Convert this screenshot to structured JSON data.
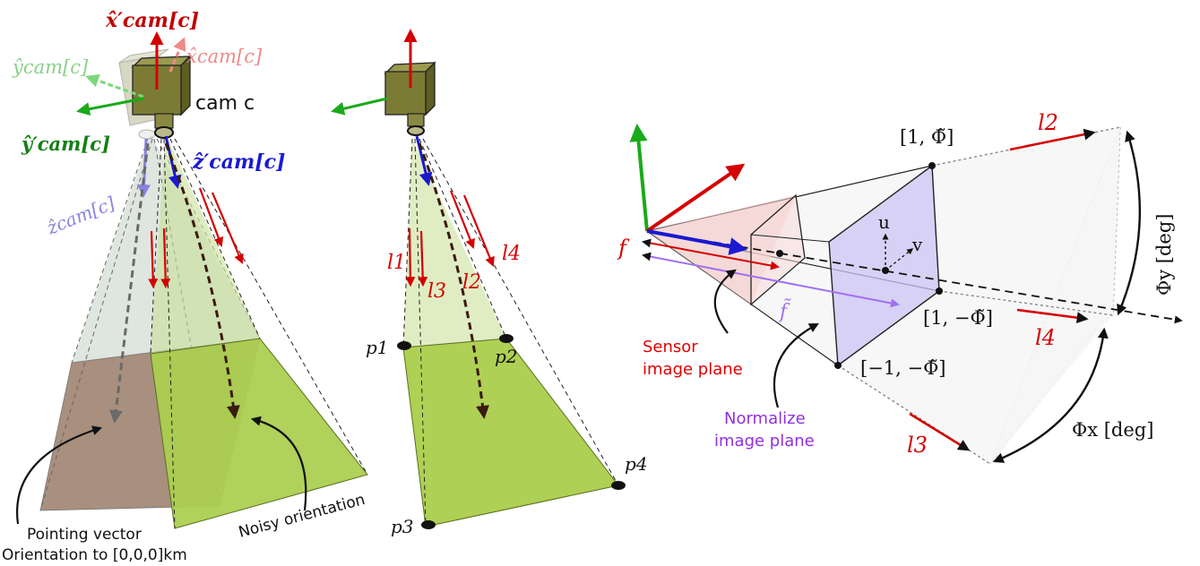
{
  "left": {
    "x_cam_prime": "x̂′cam[c]",
    "x_cam": "x̂cam[c]",
    "y_cam": "ŷcam[c]",
    "y_cam_prime": "ŷ′cam[c]",
    "cam_label": "cam c",
    "z_cam_prime": "ẑ′cam[c]",
    "z_cam": "ẑcam[c]",
    "pointing_vector": "Pointing vector",
    "orientation_origin": "Orientation to [0,0,0]km",
    "noisy_orientation": "Noisy orientation"
  },
  "middle": {
    "l1": "l1",
    "l2": "l2",
    "l3": "l3",
    "l4": "l4",
    "p1": "p1",
    "p2": "p2",
    "p3": "p3",
    "p4": "p4"
  },
  "right": {
    "l2": "l2",
    "l3": "l3",
    "l4": "l4",
    "corner_top": "[1, Φ̃]",
    "corner_right": "[1, −Φ̃]",
    "corner_bottom": "[−1, −Φ̃]",
    "u": "u",
    "v": "v",
    "f": "f",
    "f_tilde": "f̃",
    "sensor_plane": [
      "Sensor",
      "image plane"
    ],
    "normalized_plane": [
      "Normalize",
      "image plane"
    ],
    "phi_y": "Φy [deg]",
    "phi_x": "Φx [deg]"
  }
}
